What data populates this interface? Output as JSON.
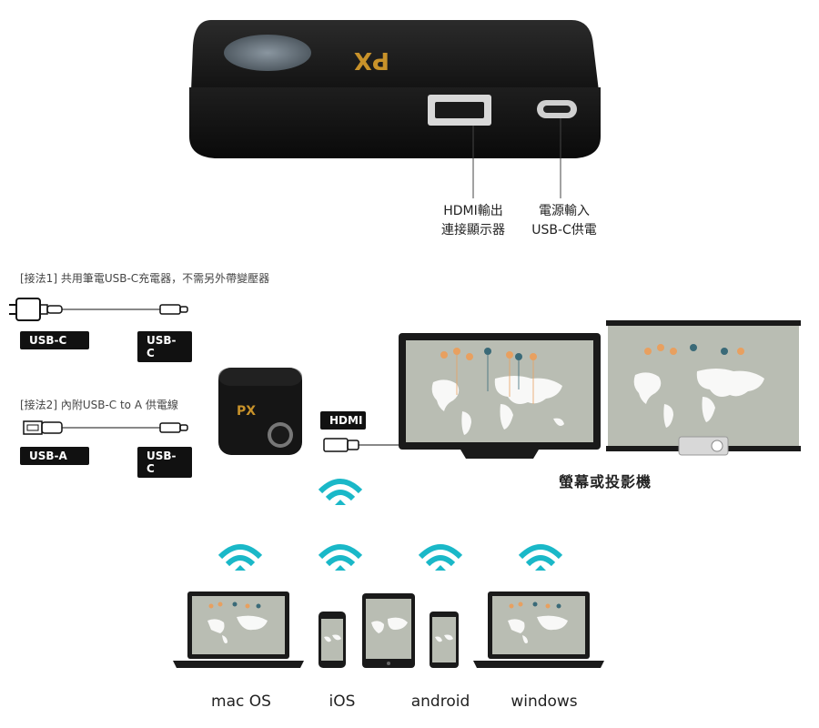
{
  "device": {
    "logo": "PX",
    "hdmi_label_line1": "HDMI輸出",
    "hdmi_label_line2": "連接顯示器",
    "power_label_line1": "電源輸入",
    "power_label_line2": "USB-C供電"
  },
  "method1": {
    "title": "[接法1]  共用筆電USB-C充電器，不需另外帶變壓器",
    "left_tag": "USB-C",
    "right_tag": "USB-C"
  },
  "method2": {
    "title": "[接法2]  內附USB-C to A 供電線",
    "left_tag": "USB-A",
    "right_tag": "USB-C"
  },
  "hdmi_tag": "HDMI",
  "display_label": "螢幕或投影機",
  "devices": [
    {
      "label": "mac OS"
    },
    {
      "label": "iOS"
    },
    {
      "label": "android"
    },
    {
      "label": "windows"
    }
  ],
  "colors": {
    "wifi": "#1ab8c8",
    "screen": "#b9bdb3",
    "bezel": "#1a1a1a",
    "accent": "#c8922a"
  }
}
